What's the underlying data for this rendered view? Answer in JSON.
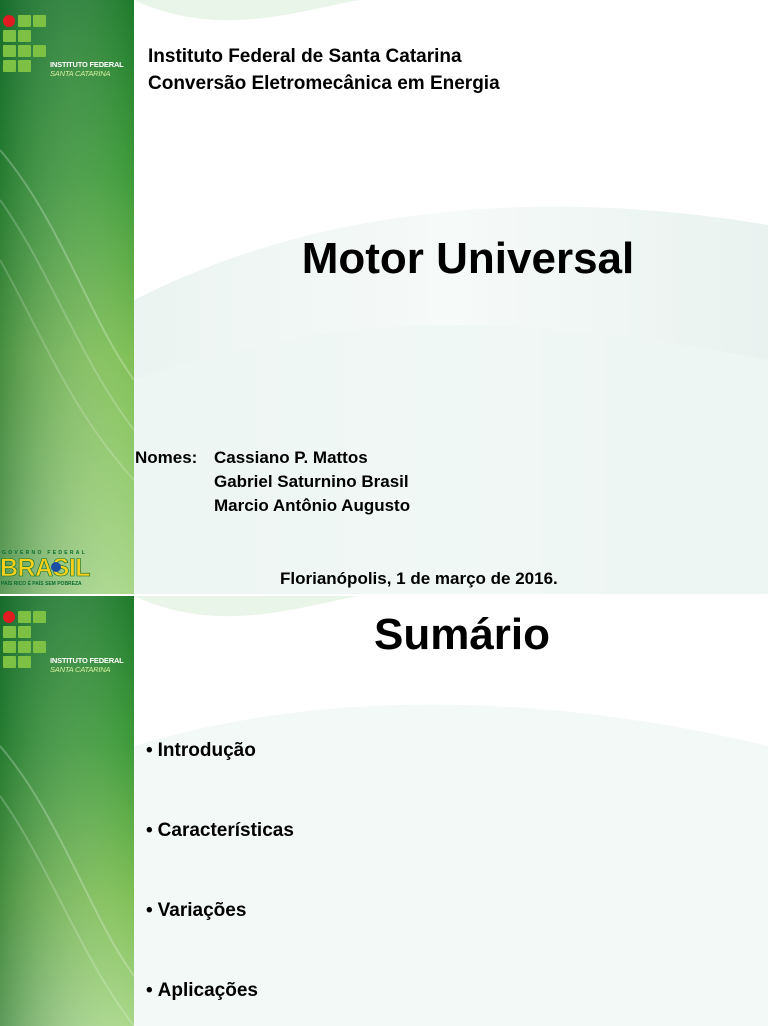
{
  "slide1": {
    "logo": {
      "name": "INSTITUTO FEDERAL",
      "campus": "SANTA CATARINA"
    },
    "institution": "Instituto Federal de Santa Catarina",
    "course": "Conversão Eletromecânica em Energia",
    "title": "Motor Universal",
    "names_label": "Nomes:",
    "names": [
      "Cassiano P. Mattos",
      "Gabriel Saturnino Brasil",
      "Marcio Antônio Augusto"
    ],
    "date": "Florianópolis, 1 de março de 2016.",
    "gov_logo": {
      "top": "GOVERNO FEDERAL",
      "word": "BRASIL",
      "motto": "PAÍS RICO É PAÍS SEM POBREZA"
    }
  },
  "slide2": {
    "logo": {
      "name": "INSTITUTO FEDERAL",
      "campus": "SANTA CATARINA"
    },
    "title": "Sumário",
    "items": [
      "Introdução",
      "Características",
      "Variações",
      "Aplicações"
    ]
  },
  "colors": {
    "sidebar_dark": "#1f7a2a",
    "sidebar_light": "#9ccf5a",
    "logo_green": "#6bbf3a",
    "logo_red": "#e11b22",
    "swoosh": "#dfeeea"
  }
}
